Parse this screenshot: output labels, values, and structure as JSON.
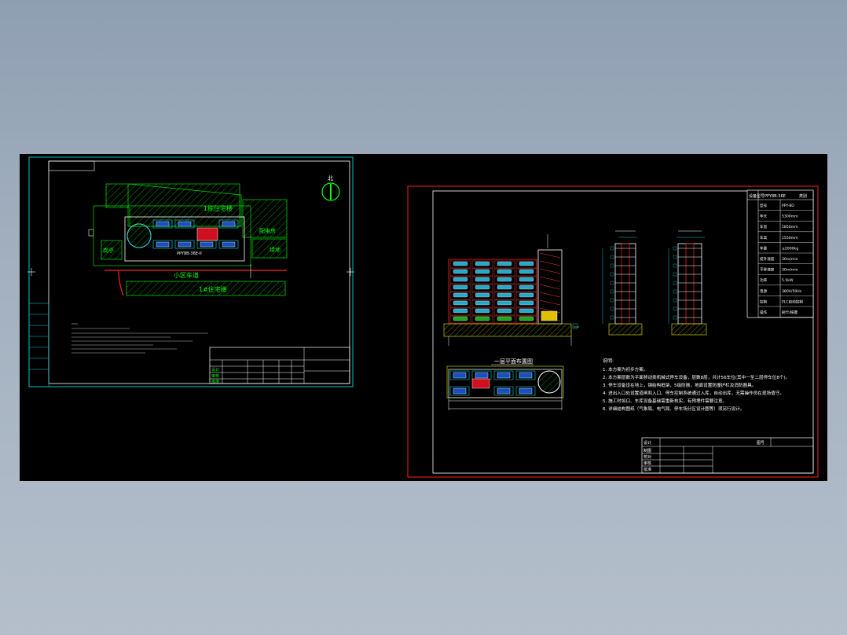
{
  "sheet1": {
    "north_label": "北",
    "zones": {
      "building_a": "1栋住宅楼",
      "guard": "岗亭",
      "substation": "配电房",
      "lawn": "绿地",
      "building_b": "1#住宅楼"
    },
    "road_label": "小区车道",
    "garage_label": "PPY8B-36E-II",
    "title_block_rows": [
      "设计",
      "审核",
      "批准"
    ]
  },
  "sheet2": {
    "floor_plan_title": "一层平面布置图",
    "notes_title": "说明:",
    "notes": [
      "1. 本方案为初步方案。",
      "2. 本方案层数为平面移动类机械式停车设备，层数8层，共计56车位(其中一至二层停车位8个)。",
      "3. 停车设备设在地上，钢结构框架，5级防振，地面设置防撞护栏及消防器具。",
      "4. 进出入口处设置道闸和入口，停车控制系统通过入库，自动出库，无需操作员在现场值守。",
      "5. 施工时如口、车库设备基础需重新核实，有预埋件需要注意。",
      "6. 详细结构图纸（气象局、电气局、停车场分区设计图等）须另行设计。"
    ],
    "spec_table": {
      "header": [
        "设备型号",
        "PPY8B-36E",
        "类别"
      ],
      "rows": [
        [
          "型号",
          "PPY-8D"
        ],
        [
          "车长",
          "5300mm"
        ],
        [
          "车宽",
          "1850mm"
        ],
        [
          "车高",
          "1550mm"
        ],
        [
          "车重",
          "≤2000kg"
        ],
        [
          "提升速度",
          "30m/min"
        ],
        [
          "平移速度",
          "30m/min"
        ],
        [
          "功率",
          "5.5kW"
        ],
        [
          "电源",
          "380V/50Hz"
        ],
        [
          "控制",
          "PLC自动控制"
        ],
        [
          "操作",
          "刷卡/按键"
        ]
      ]
    },
    "title_block_rows": [
      "设计",
      "制图",
      "校对",
      "审核",
      "批准"
    ],
    "title_block_field": "图号"
  }
}
